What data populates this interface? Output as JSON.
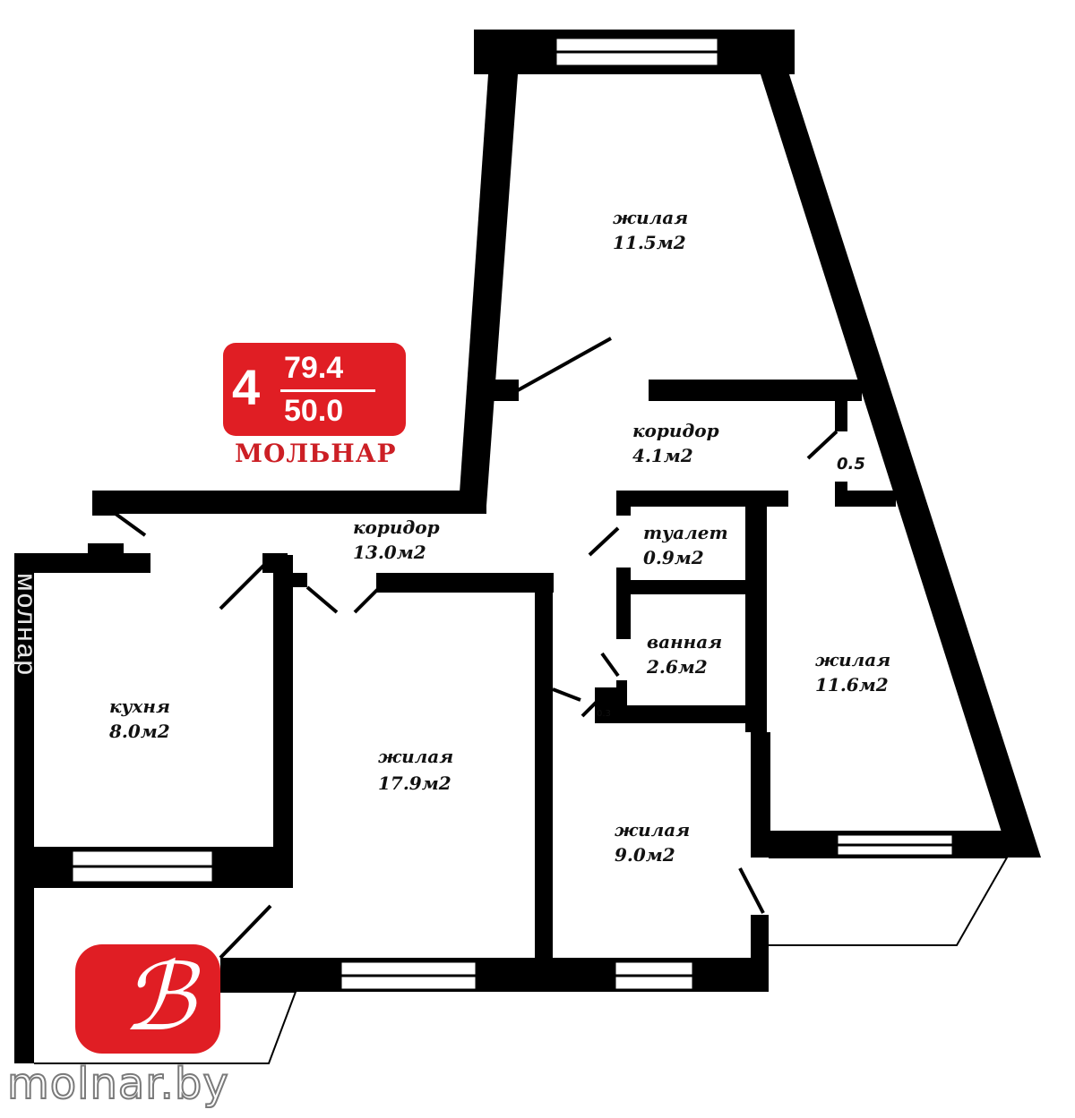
{
  "badge": {
    "rooms": "4",
    "total_area": "79.4",
    "living_area": "50.0",
    "brand": "МОЛЬНАР"
  },
  "rooms": {
    "living_top": {
      "label": "жилая",
      "area": "11.5м2"
    },
    "corridor_1": {
      "label": "коридор",
      "area": "4.1м2"
    },
    "closet": {
      "area": "0.5"
    },
    "corridor_2": {
      "label": "коридор",
      "area": "13.0м2"
    },
    "toilet": {
      "label": "туалет",
      "area": "0.9м2"
    },
    "bathroom": {
      "label": "ванная",
      "area": "2.6м2"
    },
    "living_right": {
      "label": "жилая",
      "area": "11.6м2"
    },
    "kitchen": {
      "label": "кухня",
      "area": "8.0м2"
    },
    "living_large": {
      "label": "жилая",
      "area": "17.9м2"
    },
    "living_small": {
      "label": "жилая",
      "area": "9.0м2"
    },
    "niche": {
      "area": "0.3"
    }
  },
  "watermark": {
    "site": "molnar.by",
    "side": "молнар"
  },
  "colors": {
    "wall": "#000000",
    "badge": "#e01e24",
    "brand_text": "#cc1f25"
  }
}
